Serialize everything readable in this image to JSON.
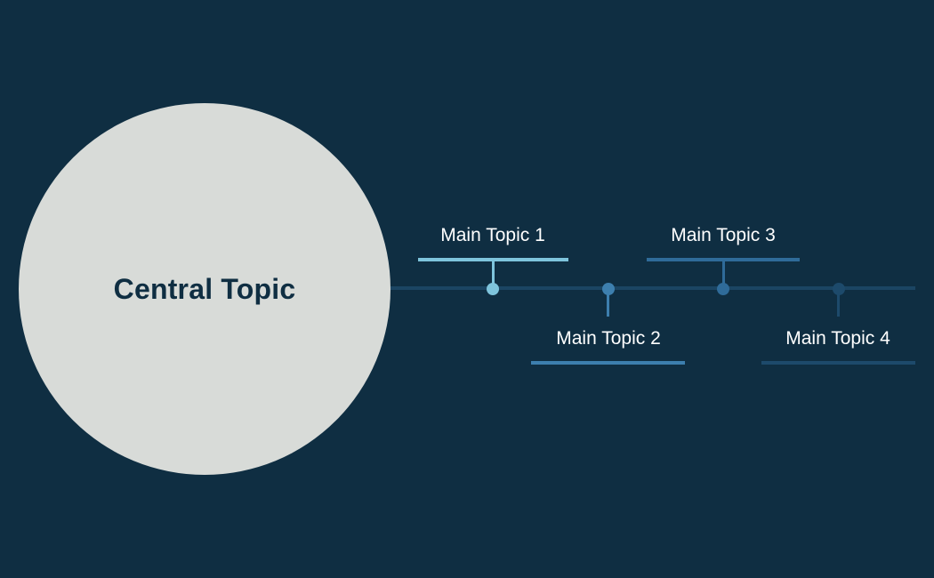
{
  "central_topic": {
    "label": "Central Topic",
    "color": "#d8dbd8"
  },
  "background_color": "#0f2e42",
  "spine_color": "#1b4563",
  "main_topics": [
    {
      "label": "Main Topic 1",
      "position": "above",
      "color": "#7ec4dc"
    },
    {
      "label": "Main Topic 2",
      "position": "below",
      "color": "#3d7fae"
    },
    {
      "label": "Main Topic 3",
      "position": "above",
      "color": "#2f6b99"
    },
    {
      "label": "Main Topic 4",
      "position": "below",
      "color": "#1d4a6b"
    }
  ]
}
